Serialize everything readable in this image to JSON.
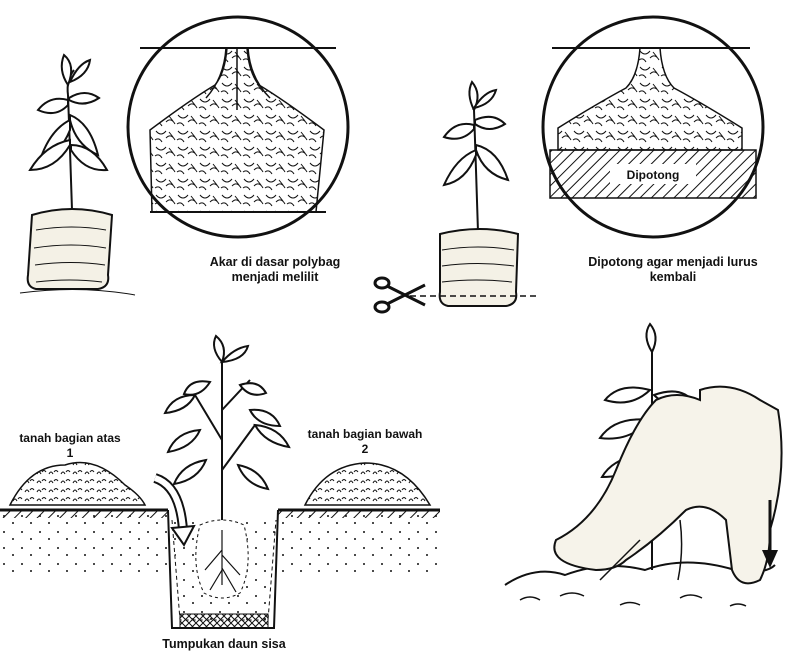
{
  "panels": {
    "tangled_roots": {
      "caption_line1": "Akar di dasar polybag",
      "caption_line2": "menjadi melilit"
    },
    "cut_roots": {
      "cut_label": "Dipotong",
      "caption_line1": "Dipotong agar menjadi lurus",
      "caption_line2": "kembali"
    },
    "planting": {
      "topsoil_label": "tanah bagian atas",
      "topsoil_number": "1",
      "subsoil_label": "tanah bagian bawah",
      "subsoil_number": "2",
      "bottom_caption": "Tumpukan daun sisa"
    }
  },
  "icons": [
    "scissors-icon",
    "down-arrow-icon",
    "curved-arrow-icon"
  ],
  "colors": {
    "ink": "#111111",
    "paper": "#ffffff",
    "soil_fill": "#f1eee3"
  }
}
